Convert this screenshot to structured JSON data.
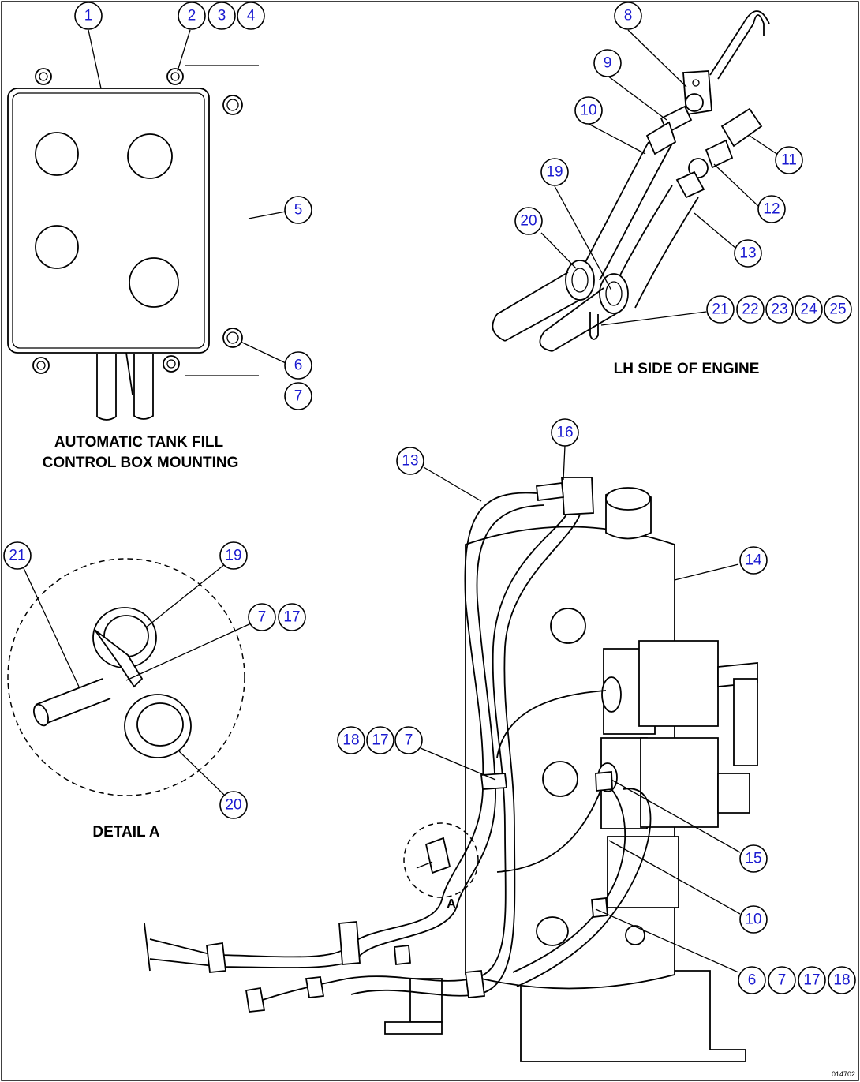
{
  "captions": {
    "control_box_line1": "AUTOMATIC TANK FILL",
    "control_box_line2": "CONTROL BOX MOUNTING",
    "engine_side": "LH SIDE OF ENGINE",
    "detail": "DETAIL A",
    "detail_marker": "A",
    "figure_number": "014702"
  },
  "callouts": {
    "c1": "1",
    "c2": "2",
    "c3": "3",
    "c4": "4",
    "c5": "5",
    "c6": "6",
    "c7": "7",
    "c8": "8",
    "c9": "9",
    "c10": "10",
    "c11": "11",
    "c12": "12",
    "c13": "13",
    "c19": "19",
    "c20": "20",
    "c21": "21",
    "c22": "22",
    "c23": "23",
    "c24": "24",
    "c25": "25",
    "d21": "21",
    "d19": "19",
    "d7": "7",
    "d17": "17",
    "d20": "20",
    "m13": "13",
    "m16": "16",
    "m14": "14",
    "m18": "18",
    "m17": "17",
    "m7": "7",
    "m15": "15",
    "m10": "10",
    "b6": "6",
    "b7": "7",
    "b17": "17",
    "b18": "18"
  }
}
